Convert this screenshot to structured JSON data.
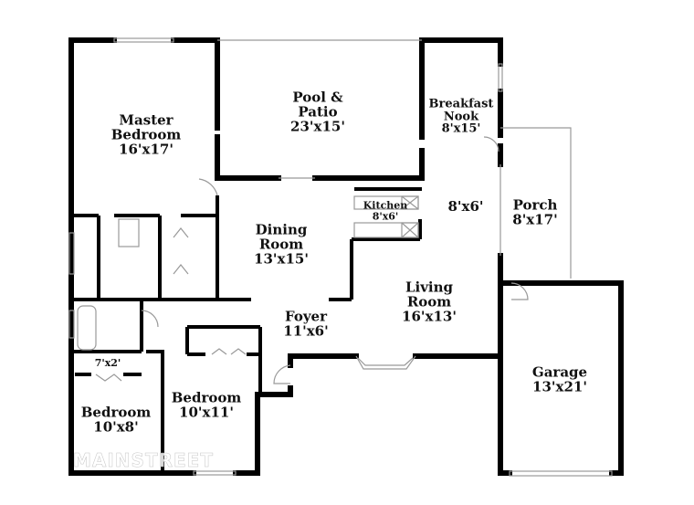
{
  "rooms": [
    {
      "name": "Master Bedroom",
      "line1": "Master",
      "line2": "Bedroom",
      "dims": "16'x17'"
    },
    {
      "name": "Pool & Patio",
      "line1": "Pool &",
      "line2": "Patio",
      "dims": "23'x15'"
    },
    {
      "name": "Breakfast Nook",
      "line1": "Breakfast",
      "line2": "Nook",
      "dims": "8'x15'"
    },
    {
      "name": "Kitchen",
      "dims": "8'x6'"
    },
    {
      "name": "",
      "dims": "8'x6'"
    },
    {
      "name": "Porch",
      "dims": "8'x17'"
    },
    {
      "name": "Dining Room",
      "line1": "Dining",
      "line2": "Room",
      "dims": "13'x15'"
    },
    {
      "name": "Living Room",
      "line1": "Living",
      "line2": "Room",
      "dims": "16'x13'"
    },
    {
      "name": "Foyer",
      "dims": "11'x6'"
    },
    {
      "name": "Garage",
      "dims": "13'x21'"
    },
    {
      "name": "",
      "dims": "7'x2'"
    },
    {
      "name": "Bedroom",
      "dims": "10'x8'"
    },
    {
      "name": "Bedroom",
      "dims": "10'x11'"
    }
  ],
  "watermark": "MAINSTREET"
}
